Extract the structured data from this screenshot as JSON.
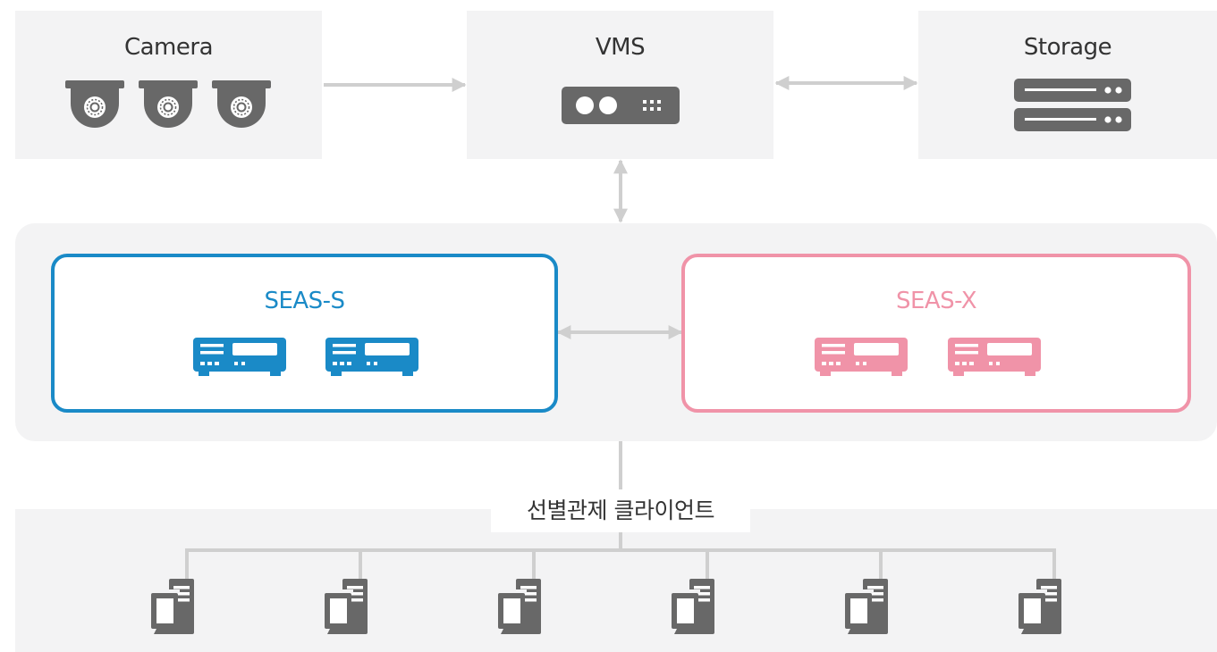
{
  "top": {
    "camera": {
      "label": "Camera",
      "icon": "dome-camera-icon"
    },
    "vms": {
      "label": "VMS",
      "icon": "vms-server-icon"
    },
    "storage": {
      "label": "Storage",
      "icon": "storage-server-icon"
    }
  },
  "middle": {
    "seas_s": {
      "label": "SEAS-S",
      "color": "#1a8ac7",
      "icon": "appliance-server-icon"
    },
    "seas_x": {
      "label": "SEAS-X",
      "color": "#f093a8",
      "icon": "appliance-server-icon"
    }
  },
  "bottom": {
    "label": "선별관제 클라이언트",
    "client_icon": "desktop-computer-icon"
  },
  "colors": {
    "panel": "#f3f3f4",
    "icon_gray": "#686868",
    "connector": "#cfcfcf"
  }
}
